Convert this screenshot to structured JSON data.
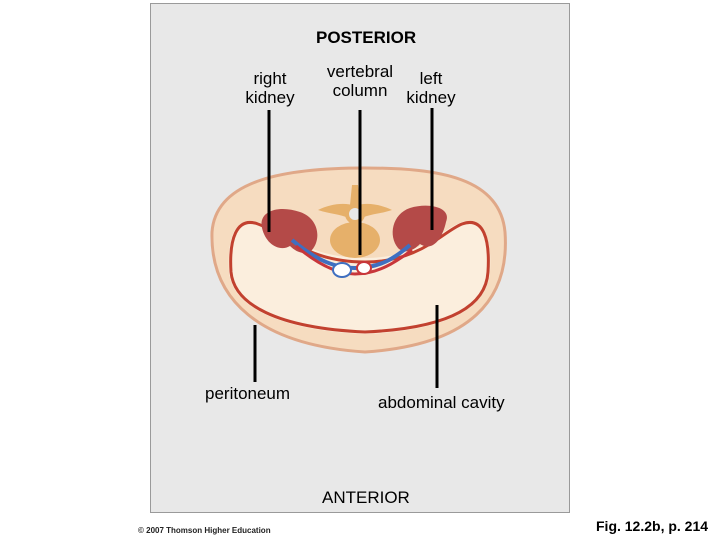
{
  "labels": {
    "posterior": "POSTERIOR",
    "anterior": "ANTERIOR",
    "right_kidney_line1": "right",
    "right_kidney_line2": "kidney",
    "vertebral_column_line1": "vertebral",
    "vertebral_column_line2": "column",
    "left_kidney_line1": "left",
    "left_kidney_line2": "kidney",
    "peritoneum": "peritoneum",
    "abdominal_cavity": "abdominal cavity"
  },
  "copyright": "© 2007 Thomson Higher Education",
  "figure_reference": "Fig. 12.2b, p. 214",
  "colors": {
    "panel_background": "#e8e8e8",
    "body_wall": "#f6dcc0",
    "peritoneum_line": "#c2412f",
    "kidney": "#b44a48",
    "vertebra": "#e6b06a",
    "vessel_blue": "#3f6fc0",
    "vessel_red": "#c8363a"
  }
}
